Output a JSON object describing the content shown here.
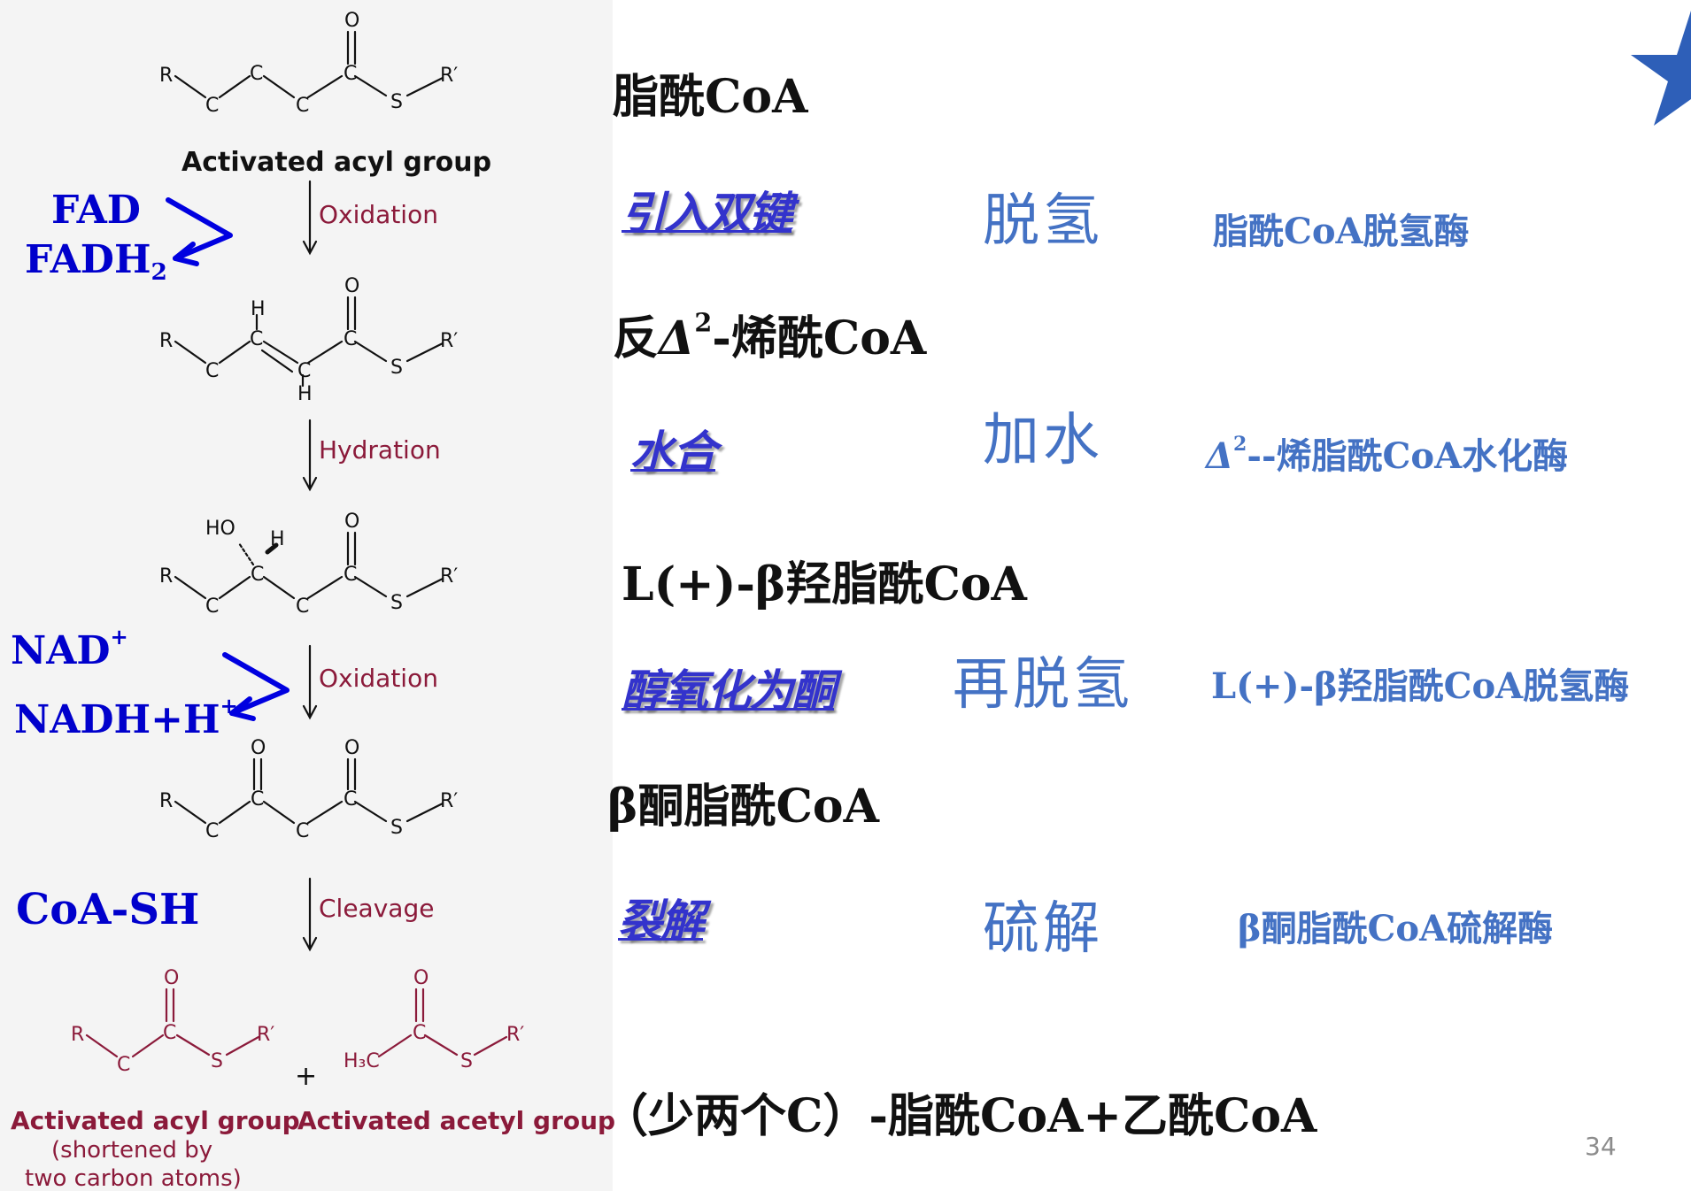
{
  "diagram": {
    "step_labels": [
      "Oxidation",
      "Hydration",
      "Oxidation",
      "Cleavage"
    ],
    "structure_captions": {
      "start": "Activated acyl group",
      "product_acyl": "Activated acyl group",
      "product_acyl_note_1": "(shortened by",
      "product_acyl_note_2": "two carbon atoms)",
      "product_acetyl": "Activated acetyl group"
    },
    "atom_labels": {
      "R": "R",
      "R_prime": "R′",
      "C": "C",
      "S": "S",
      "O": "O",
      "H": "H",
      "HO": "HO",
      "H3C": "H₃C",
      "plus": "+"
    },
    "colors": {
      "cofactor_blue": "#0000cc",
      "enzyme_blue": "#4472c4",
      "step_blue": "#3333cc",
      "product_crimson": "#8b1a3a",
      "left_panel_bg": "#f4f4f4"
    }
  },
  "cofactors": {
    "fad": "FAD",
    "fadh2_main": "FADH",
    "fadh2_sub": "2",
    "nad_main": "NAD",
    "nad_sup": "+",
    "nadh_main": "NADH+H",
    "nadh_sup": "+",
    "coash": "CoA-SH"
  },
  "products": {
    "p1": "脂酰CoA",
    "p2_prefix": "反",
    "p2_delta": "Δ",
    "p2_sup": "2",
    "p2_suffix": "-烯酰CoA",
    "p3": "L(+)-β羟脂酰CoA",
    "p4": "β酮脂酰CoA",
    "p5": "（少两个C）-脂酰CoA+乙酰CoA"
  },
  "steps": {
    "s1": "引入双键",
    "s2": "水合",
    "s3": "醇氧化为酮",
    "s4": "裂解"
  },
  "reactions": {
    "r1": "脱氢",
    "r2": "加水",
    "r3": "再脱氢",
    "r4": "硫解"
  },
  "enzymes": {
    "e1": "脂酰CoA脱氢酶",
    "e2_delta": "Δ",
    "e2_sup": "2",
    "e2_rest": "--烯脂酰CoA水化酶",
    "e3": "L(+)-β羟脂酰CoA脱氢酶",
    "e4": "β酮脂酰CoA硫解酶"
  },
  "slide_number": "34",
  "decoration": {
    "corner_icon": "star-icon",
    "star_color": "#2e5fb8"
  }
}
